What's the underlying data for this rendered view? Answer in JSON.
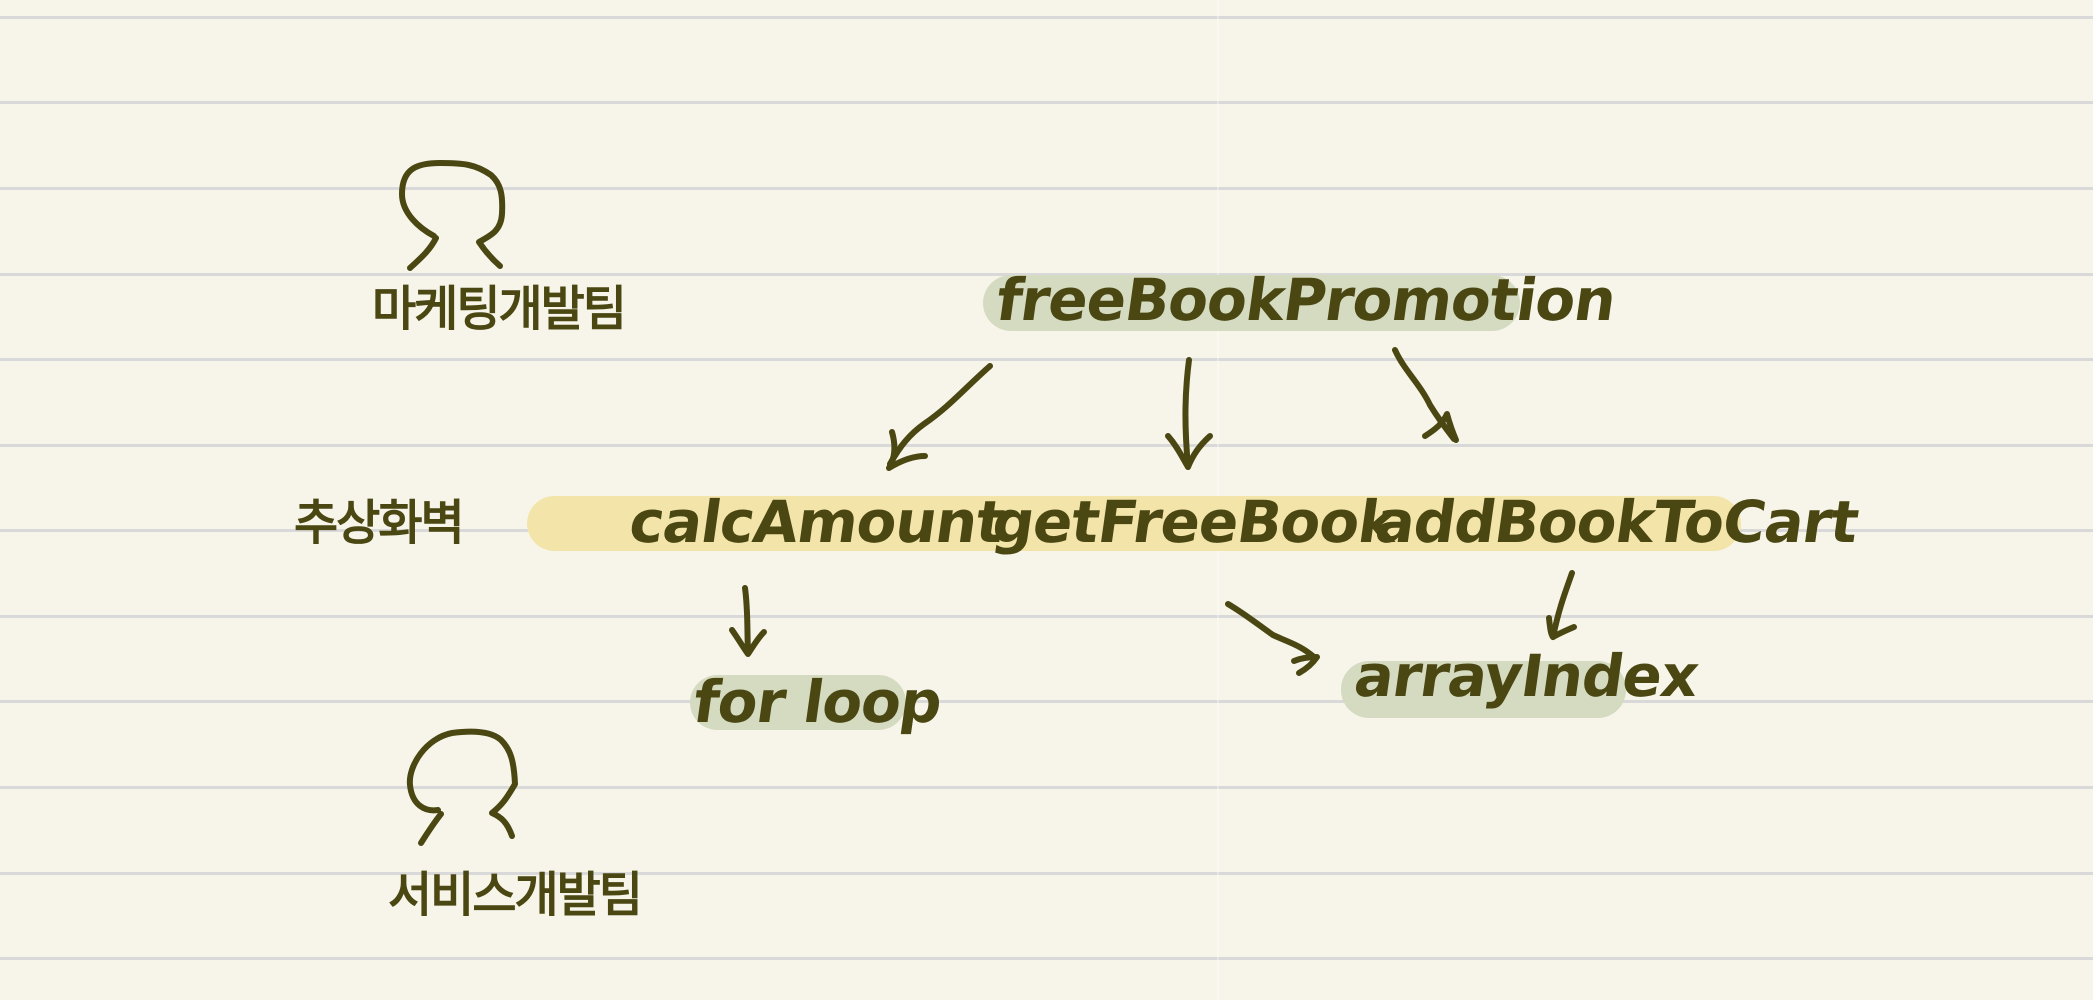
{
  "colors": {
    "paper": "#f7f5ea",
    "rule": "#d9d9d9",
    "ink": "#4a4712",
    "green_highlight": "#d5dbc0",
    "yellow_highlight": "#f3e4aa"
  },
  "diagram": {
    "teams": {
      "marketing": "마케팅개발팀",
      "service": "서비스개발팀"
    },
    "abstraction_wall": "추상화벽",
    "top_function": "freeBookPromotion",
    "middle_functions": [
      "calcAmount",
      "getFreeBook",
      "addBookToCart"
    ],
    "lower_functions": {
      "loop": "for loop",
      "index": "arrayIndex"
    },
    "icons": [
      "person-icon",
      "person-icon"
    ]
  }
}
